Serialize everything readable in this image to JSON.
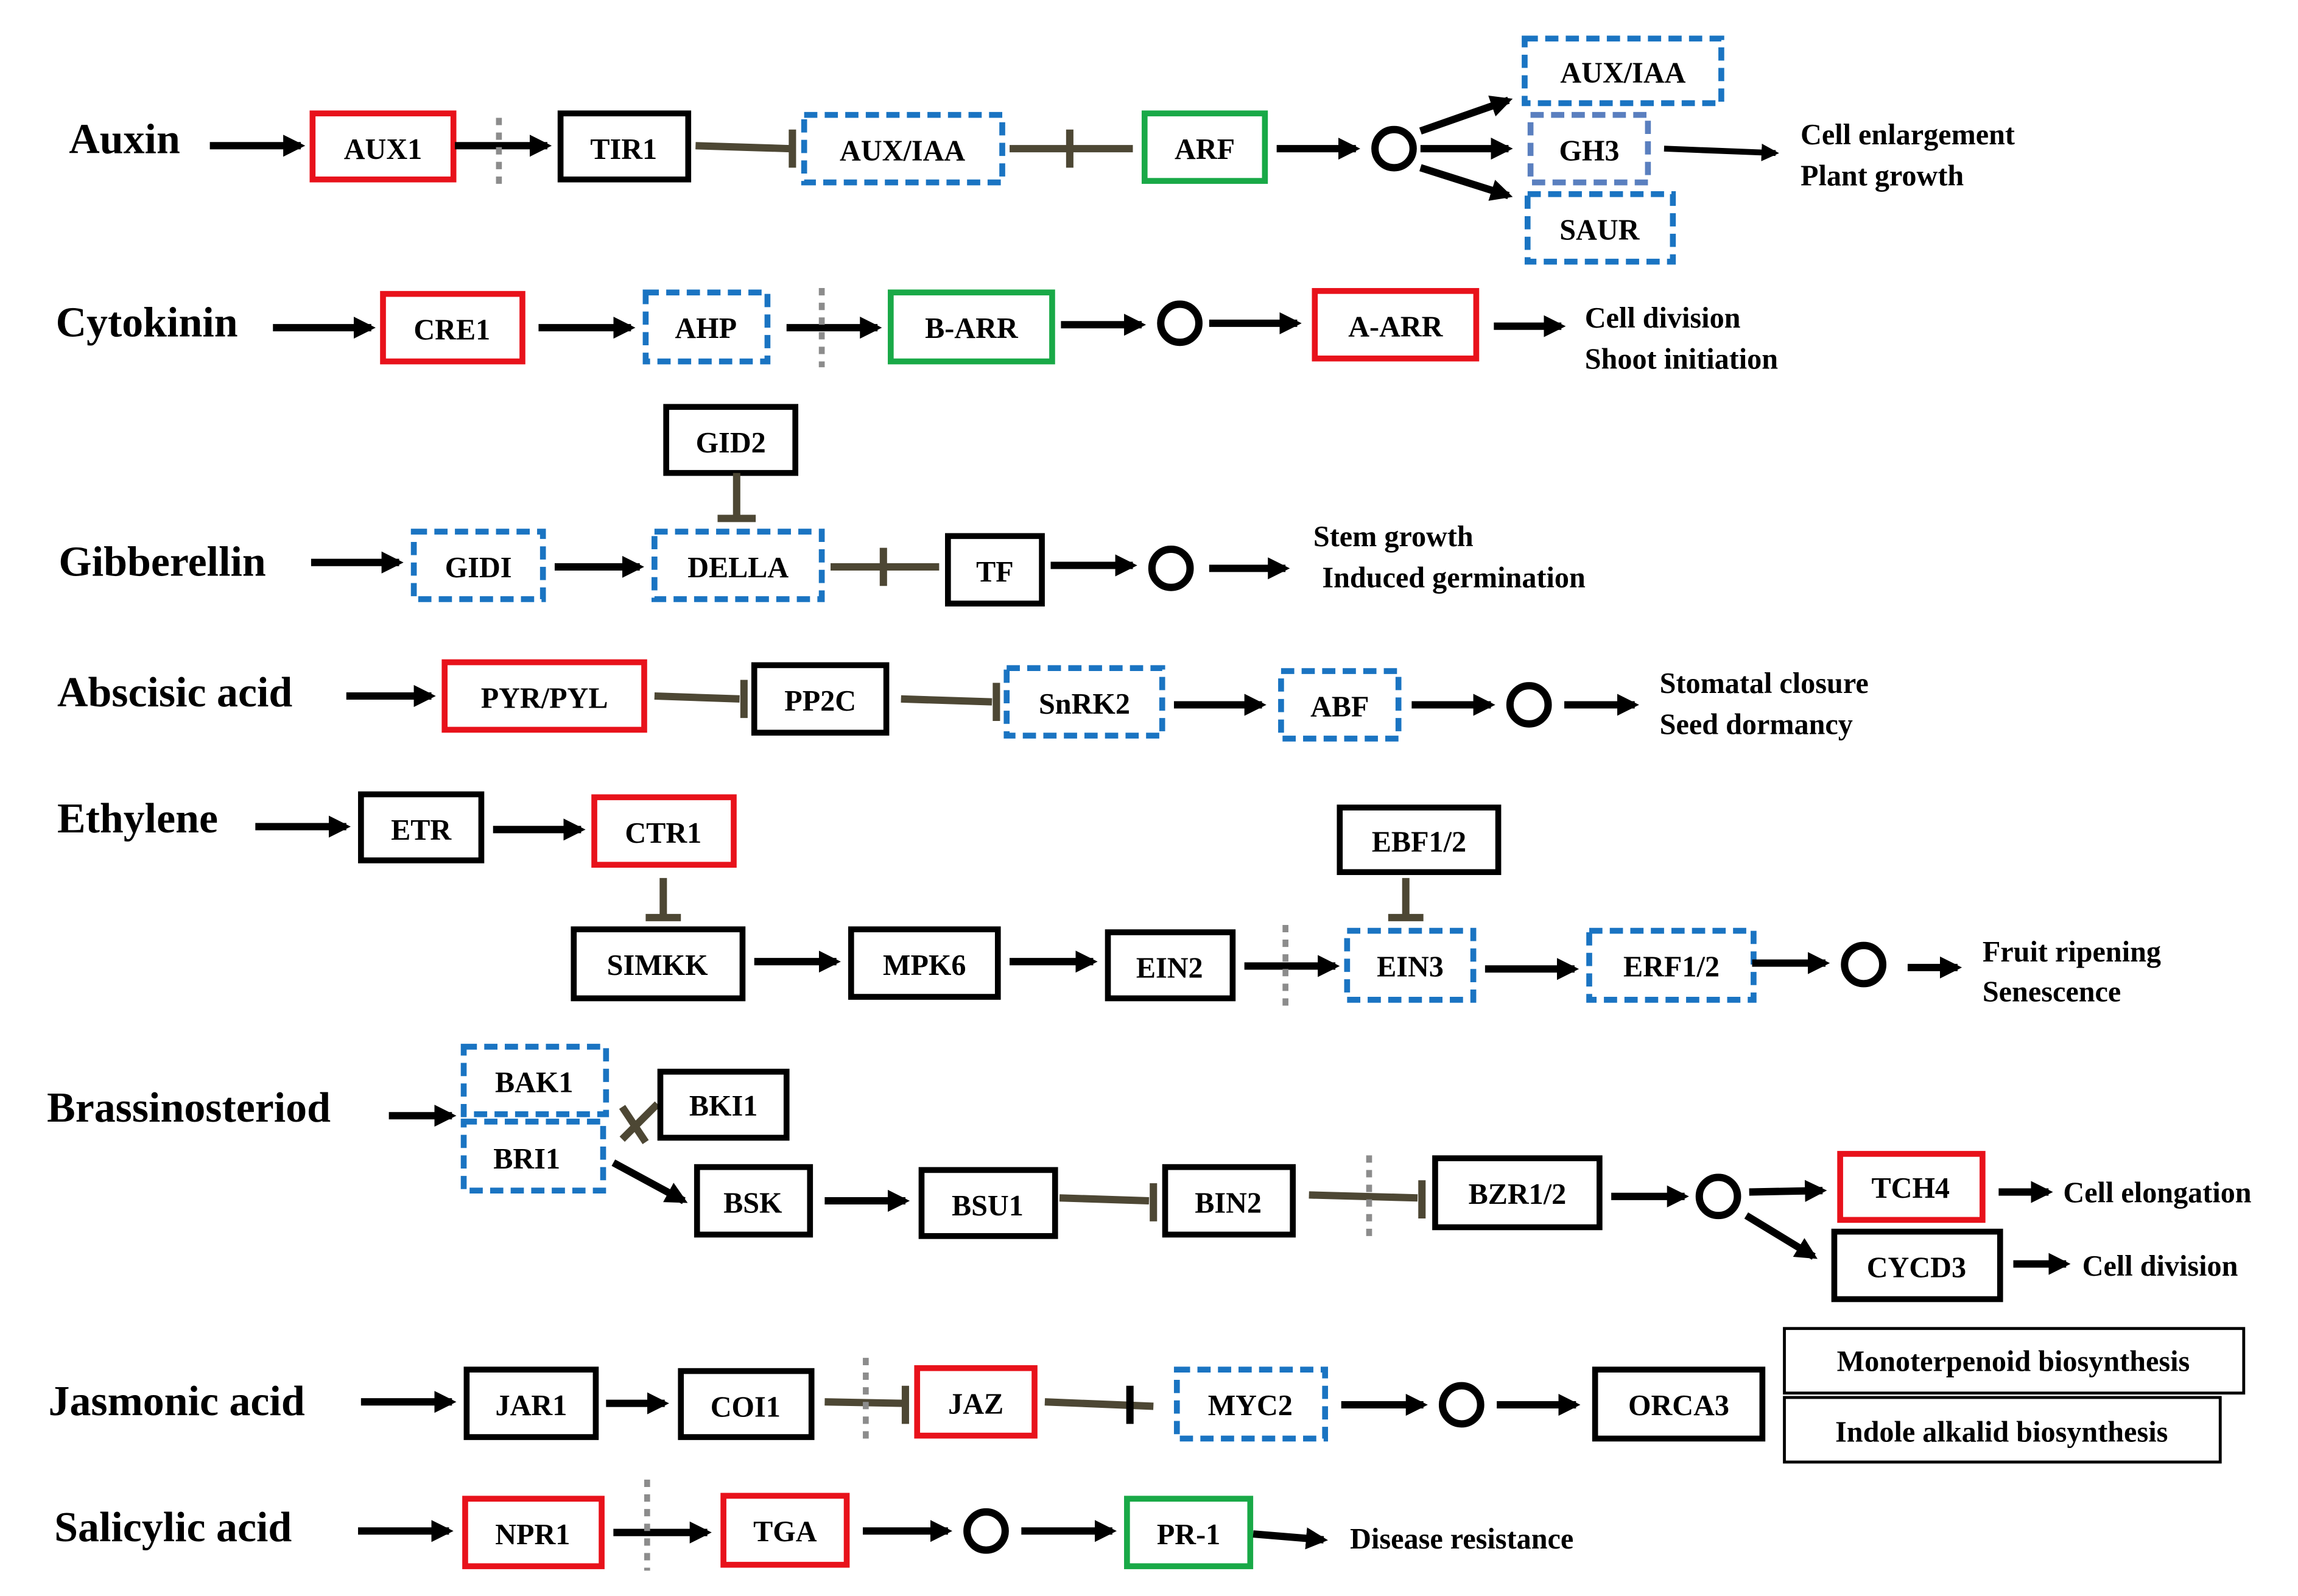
{
  "colors": {
    "red": "#e8121b",
    "green": "#19a947",
    "blue": "#1a74c2",
    "steelblue": "#5a7fbf",
    "black": "#000000",
    "olive": "#4d4734",
    "gray": "#8c8c8c"
  },
  "hormones": {
    "auxin": "Auxin",
    "cytokinin": "Cytokinin",
    "gibberellin": "Gibberellin",
    "abscisic": "Abscisic acid",
    "ethylene": "Ethylene",
    "brassinosteroid": "Brassinosteriod",
    "jasmonic": "Jasmonic acid",
    "salicylic": "Salicylic acid"
  },
  "genes": {
    "aux1": "AUX1",
    "tir1": "TIR1",
    "aux_iaa": "AUX/IAA",
    "arf": "ARF",
    "aux_iaa_out": "AUX/IAA",
    "gh3": "GH3",
    "saur": "SAUR",
    "cre1": "CRE1",
    "ahp": "AHP",
    "b_arr": "B-ARR",
    "a_arr": "A-ARR",
    "gid2": "GID2",
    "gidi": "GIDI",
    "della": "DELLA",
    "tf": "TF",
    "pyr_pyl": "PYR/PYL",
    "pp2c": "PP2C",
    "snrk2": "SnRK2",
    "abf": "ABF",
    "etr": "ETR",
    "ctr1": "CTR1",
    "simkk": "SIMKK",
    "mpk6": "MPK6",
    "ein2": "EIN2",
    "ebf12": "EBF1/2",
    "ein3": "EIN3",
    "erf12": "ERF1/2",
    "bak1": "BAK1",
    "bri1": "BRI1",
    "bki1": "BKI1",
    "bsk": "BSK",
    "bsu1": "BSU1",
    "bin2": "BIN2",
    "bzr12": "BZR1/2",
    "tch4": "TCH4",
    "cycd3": "CYCD3",
    "jar1": "JAR1",
    "coi1": "COI1",
    "jaz": "JAZ",
    "myc2": "MYC2",
    "orca3": "ORCA3",
    "npr1": "NPR1",
    "tga": "TGA",
    "pr1": "PR-1"
  },
  "outcomes": {
    "auxin_1": "Cell enlargement",
    "auxin_2": "Plant growth",
    "cytokinin_1": "Cell division",
    "cytokinin_2": "Shoot initiation",
    "gibberellin_1": "Stem growth",
    "gibberellin_2": "Induced germination",
    "abscisic_1": "Stomatal closure",
    "abscisic_2": "Seed dormancy",
    "ethylene_1": "Fruit ripening",
    "ethylene_2": "Senescence",
    "br_elongation": "Cell elongation",
    "br_division": "Cell division",
    "ja_mono": "Monoterpenoid biosynthesis",
    "ja_indole": "Indole alkalid biosynthesis",
    "sa_disease": "Disease resistance"
  }
}
